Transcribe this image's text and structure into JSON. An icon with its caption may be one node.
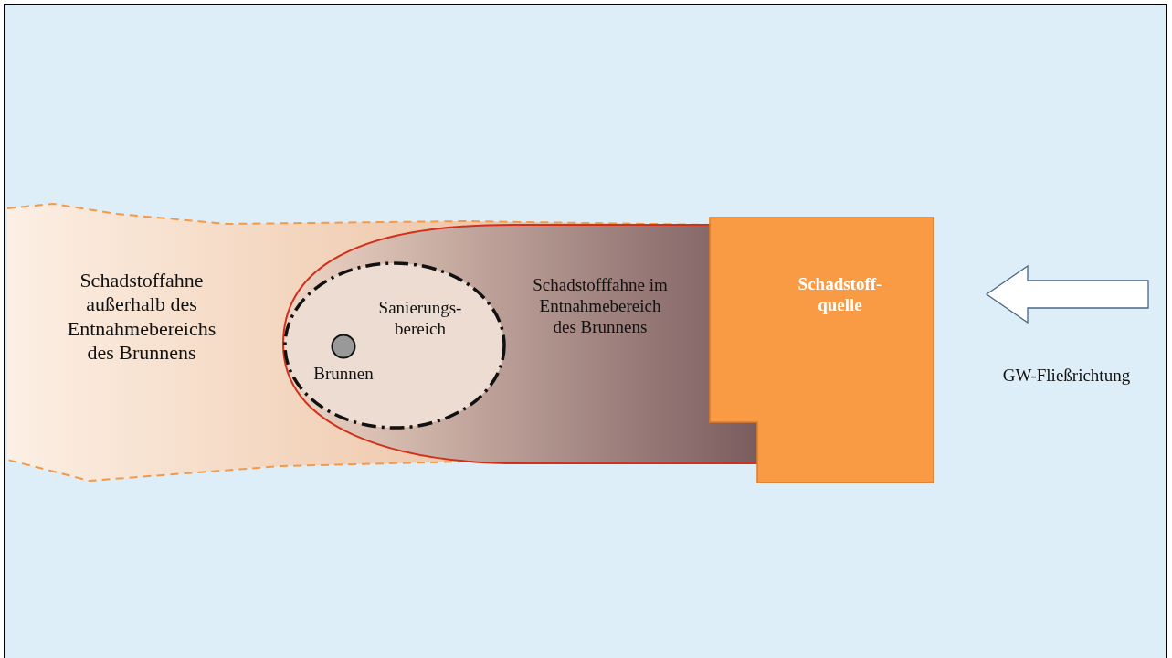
{
  "diagram": {
    "nodes": [
      {
        "text": [
          "Schadstoffahne außerhalb des Entnahmebereichs des Brunnens"
        ]
      },
      {
        "text": [
          "Schadstofffahne im Entnahmebereich des Brunnens"
        ]
      },
      {
        "text": [
          "Sanierungs- bereich"
        ],
        "in": 1
      },
      {
        "text": [],
        "shape": "circle",
        "beside": [
          "Brunnen"
        ],
        "in": 2
      },
      {
        "text": [
          "Schadstoff- quelle"
        ]
      }
    ],
    "labels": [
      "GW-Fließrichtung"
    ]
  }
}
